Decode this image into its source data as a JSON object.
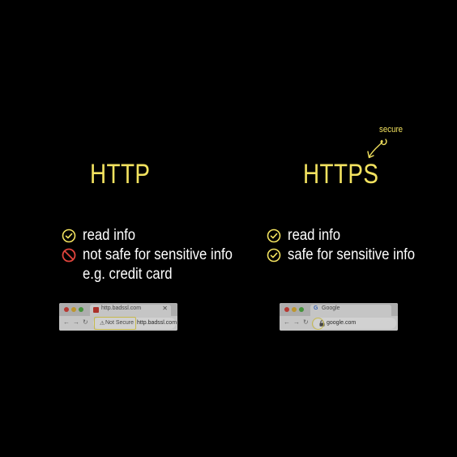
{
  "http": {
    "title": "HTTP",
    "items": [
      {
        "icon": "check-circle-icon",
        "text": "read info"
      },
      {
        "icon": "prohibited-icon",
        "text": "not safe for sensitive info"
      }
    ],
    "example": "e.g. credit card",
    "browser": {
      "tab_title": "http.badssl.com",
      "warning": "Not Secure",
      "url": "http.badssl.com"
    }
  },
  "https": {
    "title": "HTTPS",
    "annotation": "secure",
    "items": [
      {
        "icon": "check-circle-icon",
        "text": "read info"
      },
      {
        "icon": "check-circle-icon",
        "text": "safe for sensitive info"
      }
    ],
    "browser": {
      "tab_title": "Google",
      "url": "google.com"
    }
  },
  "colors": {
    "accent": "#f2e25f",
    "prohibit": "#e0443c",
    "background": "#000000",
    "text": "#ffffff"
  }
}
